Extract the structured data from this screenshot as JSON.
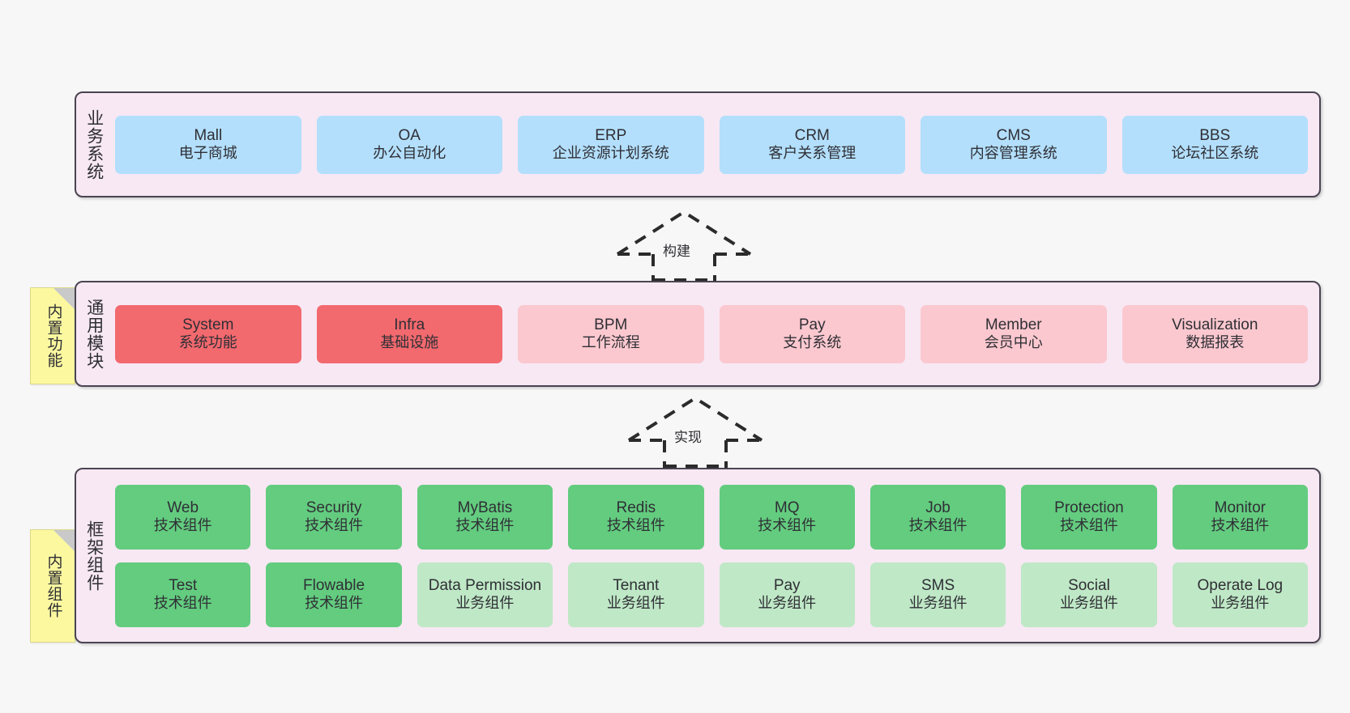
{
  "diagram": {
    "background_color": "#f7f7f7",
    "panel_background": "#f7e8f3",
    "panel_border": "#4a4452"
  },
  "layers": {
    "business": {
      "title": "业务系统",
      "cells": [
        {
          "en": "Mall",
          "cn": "电子商城",
          "color": "#b3dffc"
        },
        {
          "en": "OA",
          "cn": "办公自动化",
          "color": "#b3dffc"
        },
        {
          "en": "ERP",
          "cn": "企业资源计划系统",
          "color": "#b3dffc"
        },
        {
          "en": "CRM",
          "cn": "客户关系管理",
          "color": "#b3dffc"
        },
        {
          "en": "CMS",
          "cn": "内容管理系统",
          "color": "#b3dffc"
        },
        {
          "en": "BBS",
          "cn": "论坛社区系统",
          "color": "#b3dffc"
        }
      ]
    },
    "modules": {
      "title": "通用模块",
      "note": "内置功能",
      "cells": [
        {
          "en": "System",
          "cn": "系统功能",
          "color": "#f2696e"
        },
        {
          "en": "Infra",
          "cn": "基础设施",
          "color": "#f2696e"
        },
        {
          "en": "BPM",
          "cn": "工作流程",
          "color": "#fbc8cf"
        },
        {
          "en": "Pay",
          "cn": "支付系统",
          "color": "#fbc8cf"
        },
        {
          "en": "Member",
          "cn": "会员中心",
          "color": "#fbc8cf"
        },
        {
          "en": "Visualization",
          "cn": "数据报表",
          "color": "#fbc8cf"
        }
      ]
    },
    "framework": {
      "title": "框架组件",
      "note": "内置组件",
      "row1": [
        {
          "en": "Web",
          "cn": "技术组件",
          "color": "#63cc7f"
        },
        {
          "en": "Security",
          "cn": "技术组件",
          "color": "#63cc7f"
        },
        {
          "en": "MyBatis",
          "cn": "技术组件",
          "color": "#63cc7f"
        },
        {
          "en": "Redis",
          "cn": "技术组件",
          "color": "#63cc7f"
        },
        {
          "en": "MQ",
          "cn": "技术组件",
          "color": "#63cc7f"
        },
        {
          "en": "Job",
          "cn": "技术组件",
          "color": "#63cc7f"
        },
        {
          "en": "Protection",
          "cn": "技术组件",
          "color": "#63cc7f"
        },
        {
          "en": "Monitor",
          "cn": "技术组件",
          "color": "#63cc7f"
        }
      ],
      "row2": [
        {
          "en": "Test",
          "cn": "技术组件",
          "color": "#63cc7f"
        },
        {
          "en": "Flowable",
          "cn": "技术组件",
          "color": "#63cc7f"
        },
        {
          "en": "Data Permission",
          "cn": "业务组件",
          "color": "#bfe8c6"
        },
        {
          "en": "Tenant",
          "cn": "业务组件",
          "color": "#bfe8c6"
        },
        {
          "en": "Pay",
          "cn": "业务组件",
          "color": "#bfe8c6"
        },
        {
          "en": "SMS",
          "cn": "业务组件",
          "color": "#bfe8c6"
        },
        {
          "en": "Social",
          "cn": "业务组件",
          "color": "#bfe8c6"
        },
        {
          "en": "Operate Log",
          "cn": "业务组件",
          "color": "#bfe8c6"
        }
      ]
    }
  },
  "connectors": [
    {
      "label": "构建",
      "style": "dashed-generalization-up"
    },
    {
      "label": "实现",
      "style": "dashed-generalization-up"
    }
  ]
}
